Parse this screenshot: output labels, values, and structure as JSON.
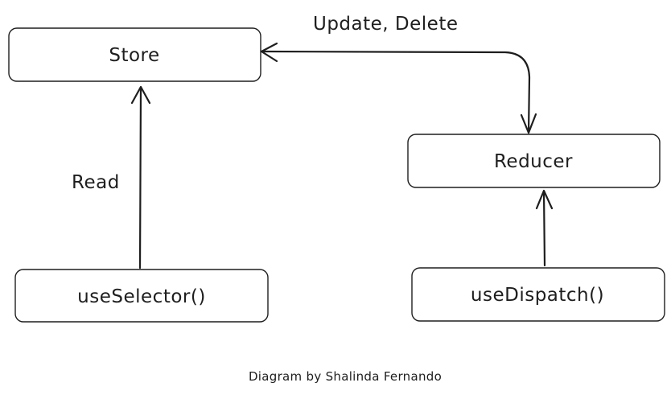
{
  "nodes": {
    "store": "Store",
    "reducer": "Reducer",
    "use_selector": "useSelector()",
    "use_dispatch": "useDispatch()"
  },
  "edges": {
    "store_reducer": "Update, Delete",
    "selector_store": "Read"
  },
  "caption": "Diagram by Shalinda Fernando"
}
